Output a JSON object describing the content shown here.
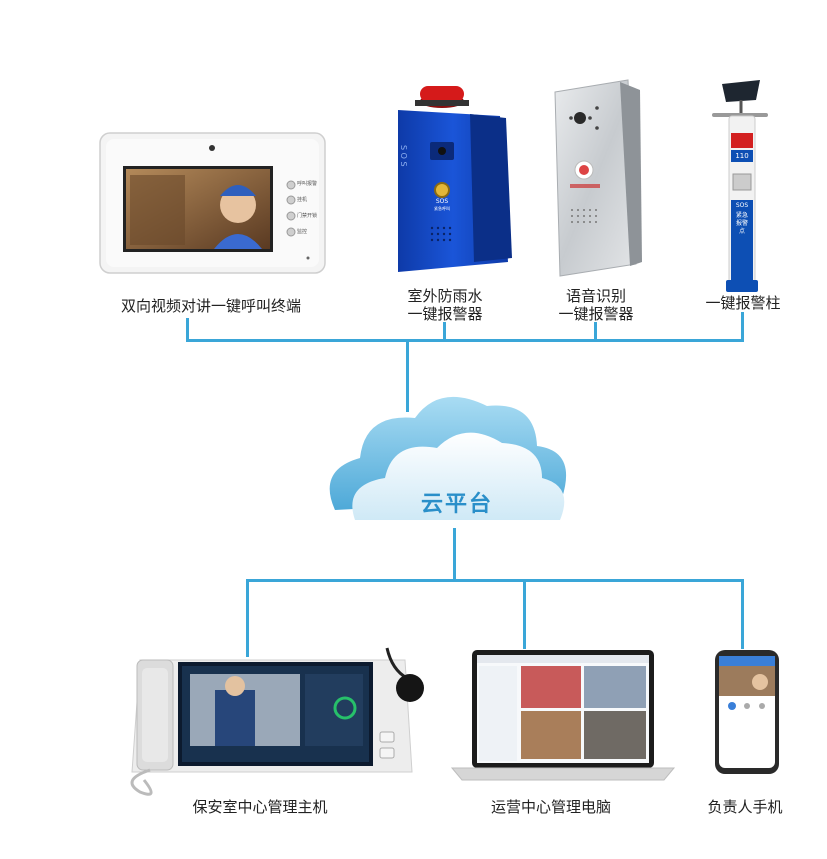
{
  "devices_top": [
    {
      "label": "双向视频对讲一键呼叫终端"
    },
    {
      "label_line1": "室外防雨水",
      "label_line2": "一键报警器",
      "panel_text": "S O S",
      "button_text": "SOS",
      "button_sub": "紧急呼叫"
    },
    {
      "label_line1": "语音识别",
      "label_line2": "一键报警器"
    },
    {
      "label": "一键报警柱",
      "sign_110": "110",
      "sign_sos": "SOS",
      "sign_text": "紧急报警点"
    }
  ],
  "terminal_buttons": [
    "呼叫报警",
    "挂机",
    "门禁开锁",
    "监控"
  ],
  "cloud": {
    "label": "云平台"
  },
  "devices_bottom": [
    {
      "label": "保安室中心管理主机"
    },
    {
      "label": "运营中心管理电脑"
    },
    {
      "label": "负责人手机"
    }
  ],
  "colors": {
    "line": "#3aa6d8",
    "cloud_light": "#e6f4fb",
    "cloud_dark": "#6cc0e6",
    "alarm_blue": "#1447c4",
    "pole_blue": "#0d4fb4"
  }
}
